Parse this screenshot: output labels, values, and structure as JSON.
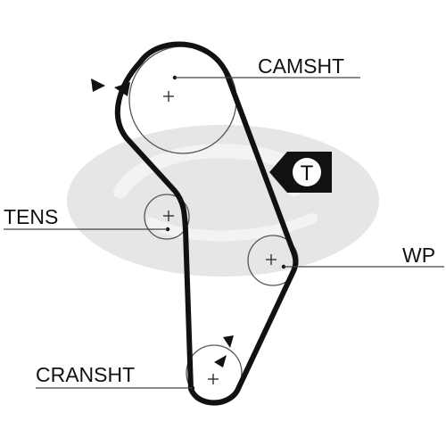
{
  "labels": {
    "camshaft": "CAMSHT",
    "tensioner": "TENS",
    "water_pump": "WP",
    "crankshaft": "CRANSHT",
    "tensioner_symbol": "T"
  },
  "icons": {
    "rotation_arrow": "filled-triangle-arrow",
    "centre_mark": "plus-mark",
    "tensioner_marker": "pentagon-tag"
  },
  "colors": {
    "belt": "#111111",
    "pulley_outline": "#555555",
    "watermark": "#d8d8d8"
  }
}
